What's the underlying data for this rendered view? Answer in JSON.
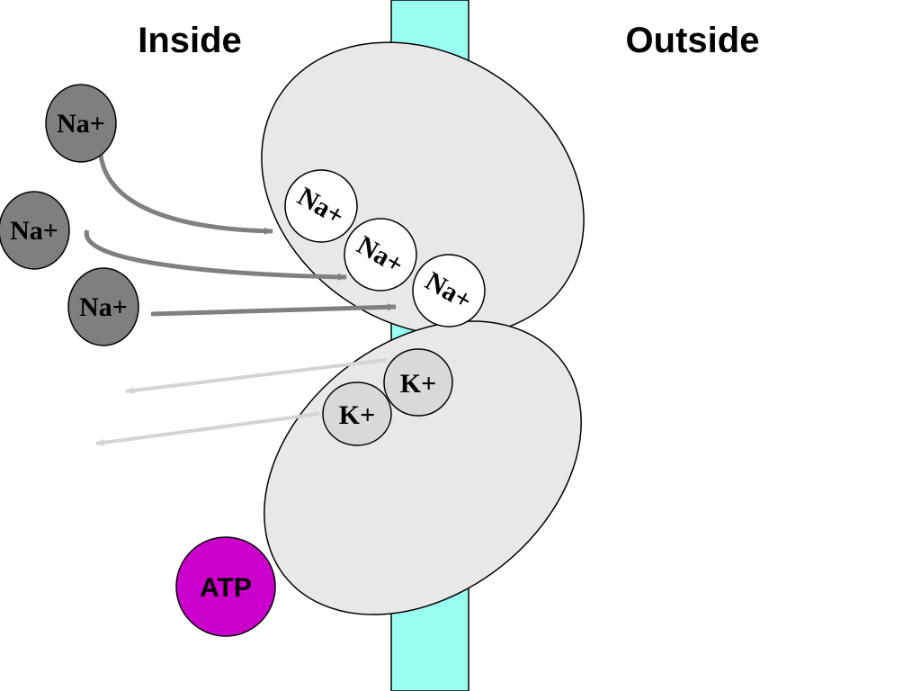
{
  "labels": {
    "inside": "Inside",
    "outside": "Outside"
  },
  "ions": {
    "na_free": [
      "Na+",
      "Na+",
      "Na+"
    ],
    "na_bound": [
      "Na+",
      "Na+",
      "Na+"
    ],
    "k_bound": [
      "K+",
      "K+"
    ]
  },
  "atp": {
    "label": "ATP"
  },
  "colors": {
    "membrane": "#99fff0",
    "pump_protein": "#e8e8e8",
    "na_free": "#7f7f7f",
    "na_bound": "#ffffff",
    "k_ion": "#d9d9d9",
    "na_arrow": "#808080",
    "k_arrow": "#d4d4d4",
    "atp": "#cc00cc"
  }
}
